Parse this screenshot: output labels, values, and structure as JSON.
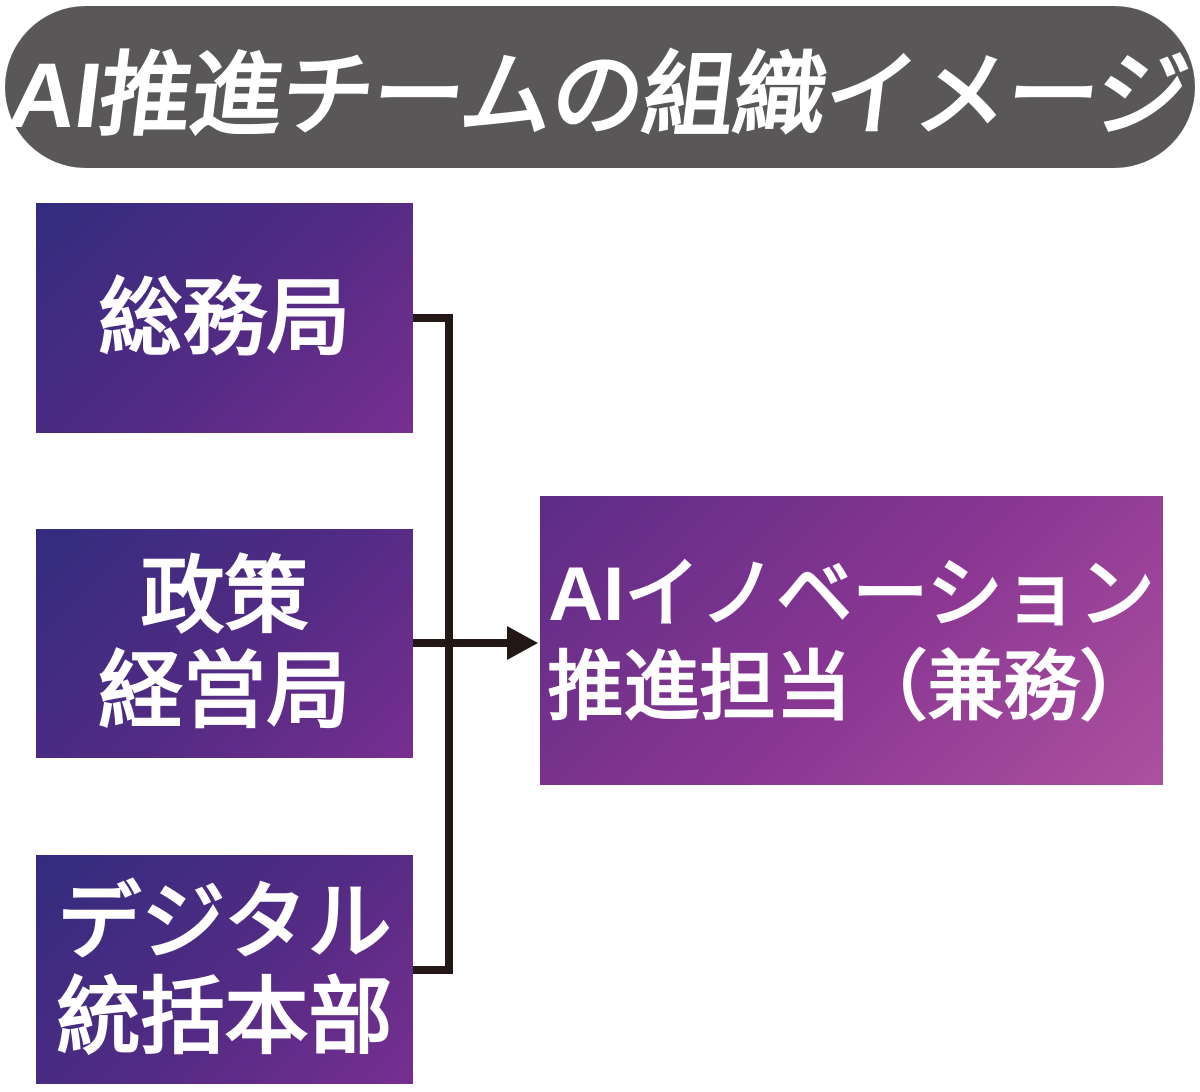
{
  "header": {
    "title": "AI推進チームの組織イメージ"
  },
  "org_chart": {
    "source_boxes": [
      {
        "label": "総務局",
        "lines": [
          "総務局"
        ]
      },
      {
        "label": "政策経営局",
        "lines": [
          "政策",
          "経営局"
        ]
      },
      {
        "label": "デジタル統括本部",
        "lines": [
          "デジタル",
          "統括本部"
        ]
      }
    ],
    "target_box": {
      "label": "AIイノベーション推進担当（兼務）",
      "lines": [
        "AIイノベーション",
        "推進担当（兼務）"
      ]
    },
    "connector_style": "elbow-with-arrow"
  },
  "colors": {
    "header_bg": "#595757",
    "header_text": "#ffffff",
    "box_text": "#ffffff",
    "connector": "#231815",
    "left_box_gradient": [
      "#322C7E",
      "#532B84",
      "#772F90"
    ],
    "right_box_gradient": [
      "#5C2C86",
      "#8B3793",
      "#AC519F"
    ],
    "background": "#ffffff"
  }
}
